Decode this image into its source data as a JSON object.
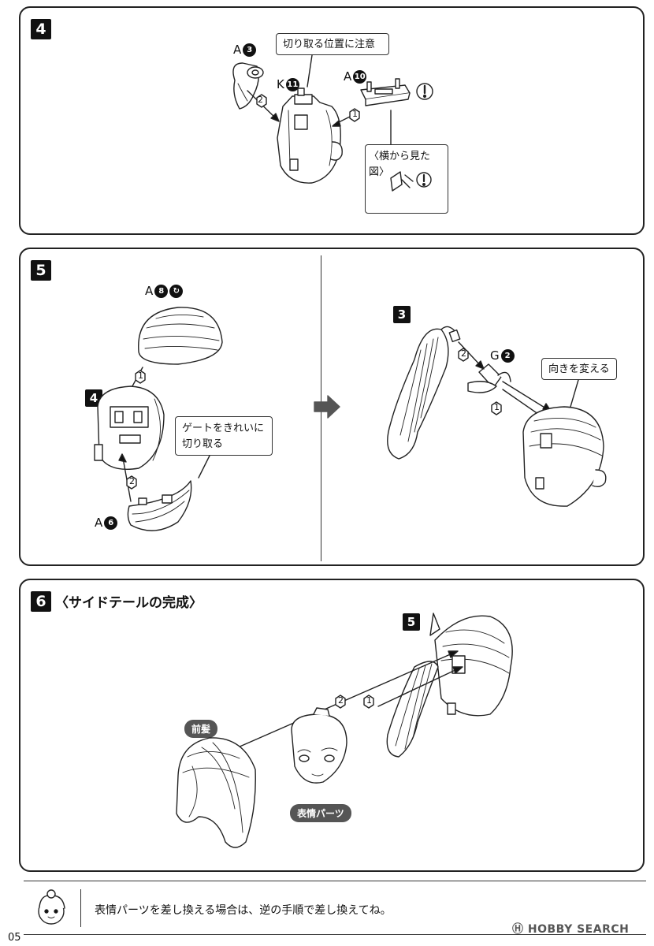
{
  "step4": {
    "number": "4",
    "part_a3": "A",
    "part_a3_num": "3",
    "part_k11": "K",
    "part_k11_num": "11",
    "part_a10": "A",
    "part_a10_num": "10",
    "callout_cut": "切り取る位置に注意",
    "callout_side": "〈横から見た図〉",
    "seq1": "1",
    "seq2": "2"
  },
  "step5": {
    "number": "5",
    "part_a8": "A",
    "part_a8_num": "8",
    "sub_step4": "4",
    "part_a6": "A",
    "part_a6_num": "6",
    "callout_gate": "ゲートをきれいに\n切り取る",
    "sub_step3": "3",
    "part_g2": "G",
    "part_g2_num": "2",
    "callout_dir": "向きを変える",
    "seq1": "1",
    "seq2": "2"
  },
  "step6": {
    "number": "6",
    "title": "〈サイドテールの完成〉",
    "sub_step5": "5",
    "pill_bangs": "前髪",
    "pill_face": "表情パーツ",
    "seq1": "1",
    "seq2": "2"
  },
  "footer": {
    "note": "表情パーツを差し換える場合は、逆の手順で差し換えてね。",
    "brand": "HOBBY SEARCH",
    "page": "05"
  }
}
